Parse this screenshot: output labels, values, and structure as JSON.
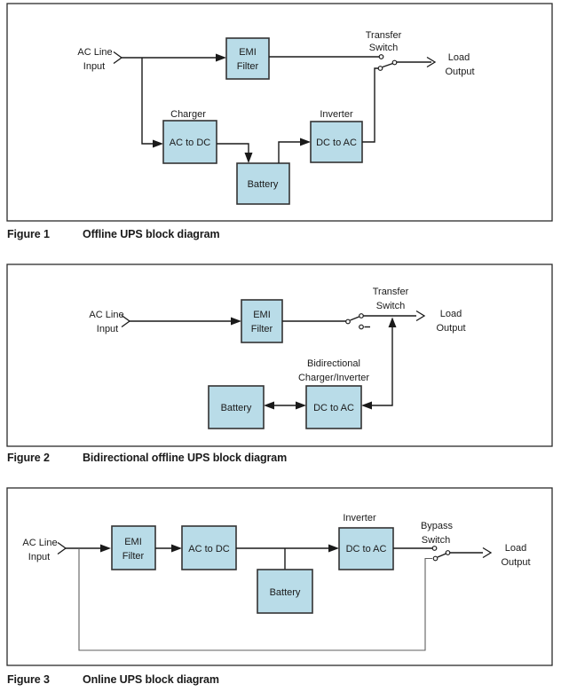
{
  "colors": {
    "box_fill": "#b9dce8",
    "box_stroke": "#333333",
    "wire": "#1a1a1a",
    "text": "#1a1a1a",
    "frame": "#2b2b2b",
    "bypass_wire": "#5f5f5f",
    "page_bg": "#ffffff"
  },
  "fig1": {
    "number": "Figure 1",
    "caption": "Offline UPS block diagram",
    "ac_line": "AC Line",
    "input": "Input",
    "emi1": "EMI",
    "emi2": "Filter",
    "charger": "Charger",
    "ac_to_dc": "AC to DC",
    "battery": "Battery",
    "inverter": "Inverter",
    "dc_to_ac": "DC to AC",
    "transfer1": "Transfer",
    "transfer2": "Switch",
    "load1": "Load",
    "load2": "Output"
  },
  "fig2": {
    "number": "Figure 2",
    "caption": "Bidirectional offline UPS block diagram",
    "ac_line": "AC Line",
    "input": "Input",
    "emi1": "EMI",
    "emi2": "Filter",
    "transfer1": "Transfer",
    "transfer2": "Switch",
    "load1": "Load",
    "load2": "Output",
    "bidir1": "Bidirectional",
    "bidir2": "Charger/Inverter",
    "battery": "Battery",
    "dc_to_ac": "DC to AC"
  },
  "fig3": {
    "number": "Figure 3",
    "caption": "Online UPS block diagram",
    "ac_line": "AC Line",
    "input": "Input",
    "emi1": "EMI",
    "emi2": "Filter",
    "ac_to_dc": "AC to DC",
    "battery": "Battery",
    "inverter": "Inverter",
    "dc_to_ac": "DC to AC",
    "bypass1": "Bypass",
    "bypass2": "Switch",
    "load1": "Load",
    "load2": "Output"
  }
}
